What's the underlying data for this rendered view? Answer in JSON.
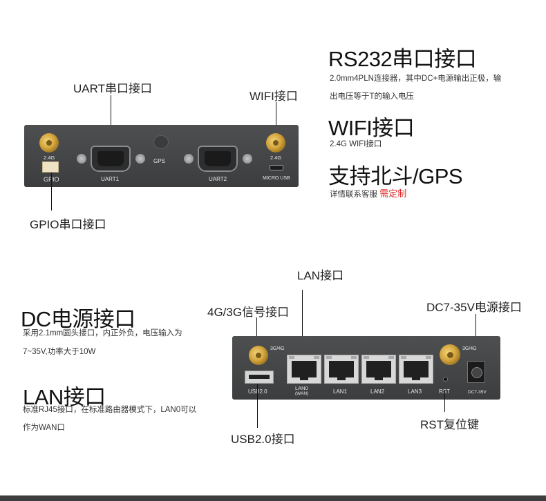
{
  "top": {
    "labels": {
      "uart": "UART串口接口",
      "wifi": "WIFI接口",
      "gpio": "GPIO串口接口"
    },
    "device": {
      "ant_2_4g_left": "2.4G",
      "gpio": "GPIO",
      "uart1": "UART1",
      "gps": "GPS",
      "uart2": "UART2",
      "ant_2_4g_right": "2.4G",
      "micro_usb": "MICRO USB"
    },
    "features": {
      "rs232_title": "RS232串口接口",
      "rs232_desc1": "2.0mm4PLN连接器，其中DC+电源输出正极，输",
      "rs232_desc2": "出电压等于T的输入电压",
      "wifi_title": "WIFI接口",
      "wifi_desc": "2.4G WIFI接口",
      "gps_title": "支持北斗/GPS",
      "gps_desc": "详情联系客服",
      "gps_custom": "需定制"
    }
  },
  "bottom": {
    "labels": {
      "lan_port": "LAN接口",
      "sig_4g3g": "4G/3G信号接口",
      "dc_port": "DC7-35V电源接口",
      "rst": "RST复位键",
      "usb": "USB2.0接口"
    },
    "features": {
      "dc_title": "DC电源接口",
      "dc_desc1": "采用2.1mm圆头接口，内正外负，电压输入为",
      "dc_desc2": "7~35V,功率大于10W",
      "lan_title": "LAN接口",
      "lan_desc1": "标准RJ45接口，在标准路由器模式下，LAN0可以",
      "lan_desc2": "作为WAN口"
    },
    "device": {
      "ant_left": "3G/4G",
      "ant_right": "3G/4G",
      "usb": "USB2.0",
      "lan0": "LAN0",
      "wan": "(WAN)",
      "lan1": "LAN1",
      "lan2": "LAN2",
      "lan3": "LAN3",
      "rst": "RST",
      "dc": "DC7-35V"
    }
  },
  "colors": {
    "accent_red": "#e02020",
    "device_body": "#454647",
    "gold_antenna": "#d3a43c"
  }
}
